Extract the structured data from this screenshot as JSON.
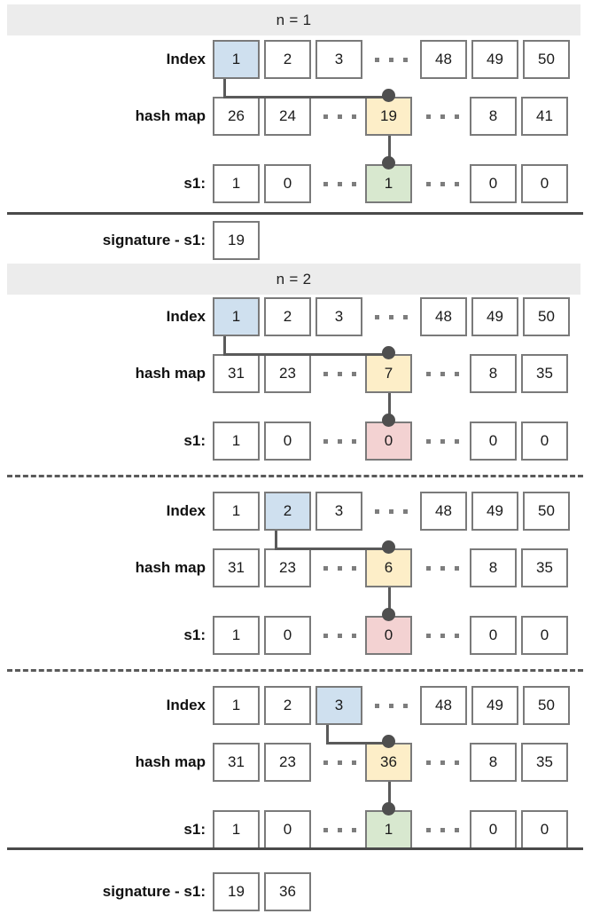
{
  "figure": {
    "title_n1": "n = 1",
    "title_n2": "n = 2",
    "row_labels": {
      "index": "Index",
      "hashmap": "hash map",
      "s1": "s1:",
      "signature": "signature - s1:"
    },
    "colors": {
      "highlight_index": "#cfe0ef",
      "highlight_hash": "#fdeec8",
      "highlight_s1_one": "#d8e8cf",
      "highlight_s1_zero": "#f3d2d2",
      "header_bar": "#ececec",
      "cell_border": "#7a7a7a",
      "connector": "#5a5a5a"
    }
  },
  "blocks": [
    {
      "header": "n = 1",
      "index": {
        "left": [
          "1",
          "2",
          "3"
        ],
        "right": [
          "48",
          "49",
          "50"
        ],
        "highlight": 0
      },
      "hashmap": {
        "left": [
          "26",
          "24"
        ],
        "mid": "19",
        "right": [
          "8",
          "41"
        ]
      },
      "s1": {
        "left": [
          "1",
          "0"
        ],
        "mid": "1",
        "right": [
          "0",
          "0"
        ],
        "mid_state": "one"
      }
    },
    {
      "header": "n = 2",
      "index": {
        "left": [
          "1",
          "2",
          "3"
        ],
        "right": [
          "48",
          "49",
          "50"
        ],
        "highlight": 0
      },
      "hashmap": {
        "left": [
          "31",
          "23"
        ],
        "mid": "7",
        "right": [
          "8",
          "35"
        ]
      },
      "s1": {
        "left": [
          "1",
          "0"
        ],
        "mid": "0",
        "right": [
          "0",
          "0"
        ],
        "mid_state": "zero"
      }
    },
    {
      "header": "",
      "index": {
        "left": [
          "1",
          "2",
          "3"
        ],
        "right": [
          "48",
          "49",
          "50"
        ],
        "highlight": 1
      },
      "hashmap": {
        "left": [
          "31",
          "23"
        ],
        "mid": "6",
        "right": [
          "8",
          "35"
        ]
      },
      "s1": {
        "left": [
          "1",
          "0"
        ],
        "mid": "0",
        "right": [
          "0",
          "0"
        ],
        "mid_state": "zero"
      }
    },
    {
      "header": "",
      "index": {
        "left": [
          "1",
          "2",
          "3"
        ],
        "right": [
          "48",
          "49",
          "50"
        ],
        "highlight": 2
      },
      "hashmap": {
        "left": [
          "31",
          "23"
        ],
        "mid": "36",
        "right": [
          "8",
          "35"
        ]
      },
      "s1": {
        "left": [
          "1",
          "0"
        ],
        "mid": "1",
        "right": [
          "0",
          "0"
        ],
        "mid_state": "one"
      }
    }
  ],
  "signatures": [
    {
      "label": "signature - s1:",
      "values": [
        "19"
      ]
    },
    {
      "label": "signature - s1:",
      "values": [
        "19",
        "36"
      ]
    }
  ]
}
